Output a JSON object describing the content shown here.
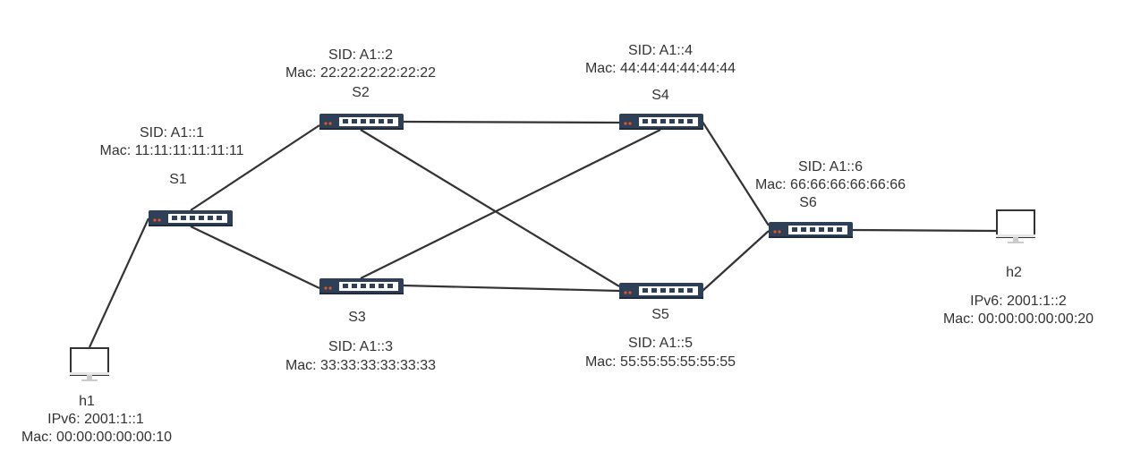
{
  "switches": [
    {
      "id": "S1",
      "name": "S1",
      "sid": "SID: A1::1",
      "mac": "Mac: 11:11:11:11:11:11"
    },
    {
      "id": "S2",
      "name": "S2",
      "sid": "SID: A1::2",
      "mac": "Mac: 22:22:22:22:22:22"
    },
    {
      "id": "S3",
      "name": "S3",
      "sid": "SID: A1::3",
      "mac": "Mac: 33:33:33:33:33:33"
    },
    {
      "id": "S4",
      "name": "S4",
      "sid": "SID: A1::4",
      "mac": "Mac: 44:44:44:44:44:44"
    },
    {
      "id": "S5",
      "name": "S5",
      "sid": "SID: A1::5",
      "mac": "Mac: 55:55:55:55:55:55"
    },
    {
      "id": "S6",
      "name": "S6",
      "sid": "SID: A1::6",
      "mac": "Mac: 66:66:66:66:66:66"
    }
  ],
  "hosts": [
    {
      "id": "h1",
      "name": "h1",
      "ipv6": "IPv6: 2001:1::1",
      "mac": "Mac: 00:00:00:00:00:10"
    },
    {
      "id": "h2",
      "name": "h2",
      "ipv6": "IPv6: 2001:1::2",
      "mac": "Mac: 00:00:00:00:00:20"
    }
  ],
  "links": [
    [
      "h1",
      "S1"
    ],
    [
      "S1",
      "S2"
    ],
    [
      "S1",
      "S3"
    ],
    [
      "S2",
      "S4"
    ],
    [
      "S2",
      "S5"
    ],
    [
      "S3",
      "S4"
    ],
    [
      "S3",
      "S5"
    ],
    [
      "S4",
      "S6"
    ],
    [
      "S5",
      "S6"
    ],
    [
      "S6",
      "h2"
    ]
  ],
  "colors": {
    "link": "#333333",
    "switch_body": "#2e4057",
    "switch_panel": "#ffffff",
    "switch_led": "#e8542a",
    "monitor_frame": "#333333",
    "monitor_stand": "#cccccc",
    "text": "#333333"
  },
  "icons": {
    "switch": "network-switch-icon",
    "host": "desktop-monitor-icon"
  }
}
